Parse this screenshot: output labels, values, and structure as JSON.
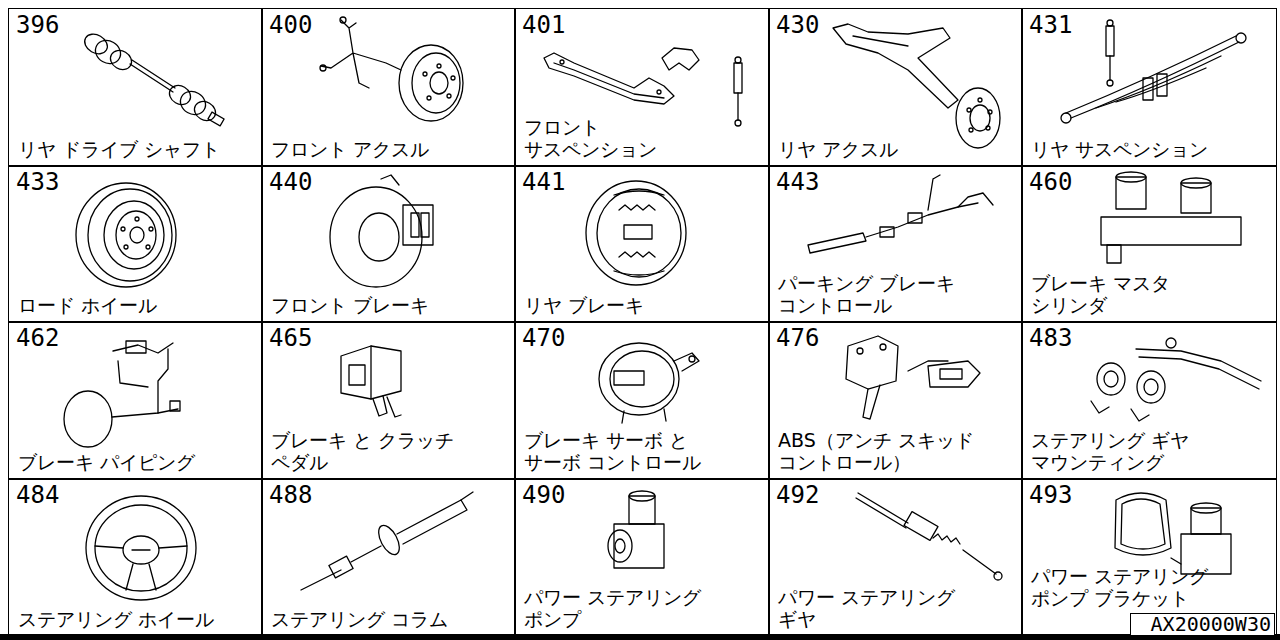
{
  "diagram": {
    "nodes": [
      {
        "text": [
          "396",
          "リヤ ドライブ シャフト"
        ]
      },
      {
        "text": [
          "400",
          "フロント アクスル"
        ]
      },
      {
        "text": [
          "401",
          "フロント サスペンション"
        ]
      },
      {
        "text": [
          "430",
          "リヤ アクスル"
        ]
      },
      {
        "text": [
          "431",
          "リヤ サスペンション"
        ]
      },
      {
        "text": [
          "433",
          "ロード ホイール"
        ]
      },
      {
        "text": [
          "440",
          "フロント ブレーキ"
        ]
      },
      {
        "text": [
          "441",
          "リヤ ブレーキ"
        ]
      },
      {
        "text": [
          "443",
          "パーキング ブレーキ コントロール"
        ]
      },
      {
        "text": [
          "460",
          "ブレーキ マスタ シリンダ"
        ]
      },
      {
        "text": [
          "462",
          "ブレーキ パイピング"
        ]
      },
      {
        "text": [
          "465",
          "ブレーキ と クラッチ ペダル"
        ]
      },
      {
        "text": [
          "470",
          "ブレーキ サーボ と サーボ コントロール"
        ]
      },
      {
        "text": [
          "476",
          "ABS（アンチ スキッド コントロール）"
        ]
      },
      {
        "text": [
          "483",
          "ステアリング ギヤ マウンティング"
        ]
      },
      {
        "text": [
          "484",
          "ステアリング ホイール"
        ]
      },
      {
        "text": [
          "488",
          "ステアリング コラム"
        ]
      },
      {
        "text": [
          "490",
          "パワー ステアリング ポンプ"
        ]
      },
      {
        "text": [
          "492",
          "パワー ステアリング ギヤ"
        ]
      },
      {
        "text": [
          "493",
          "パワー ステアリング ポンプ ブラケット"
        ]
      }
    ],
    "labels": [
      "AX20000W30"
    ]
  }
}
